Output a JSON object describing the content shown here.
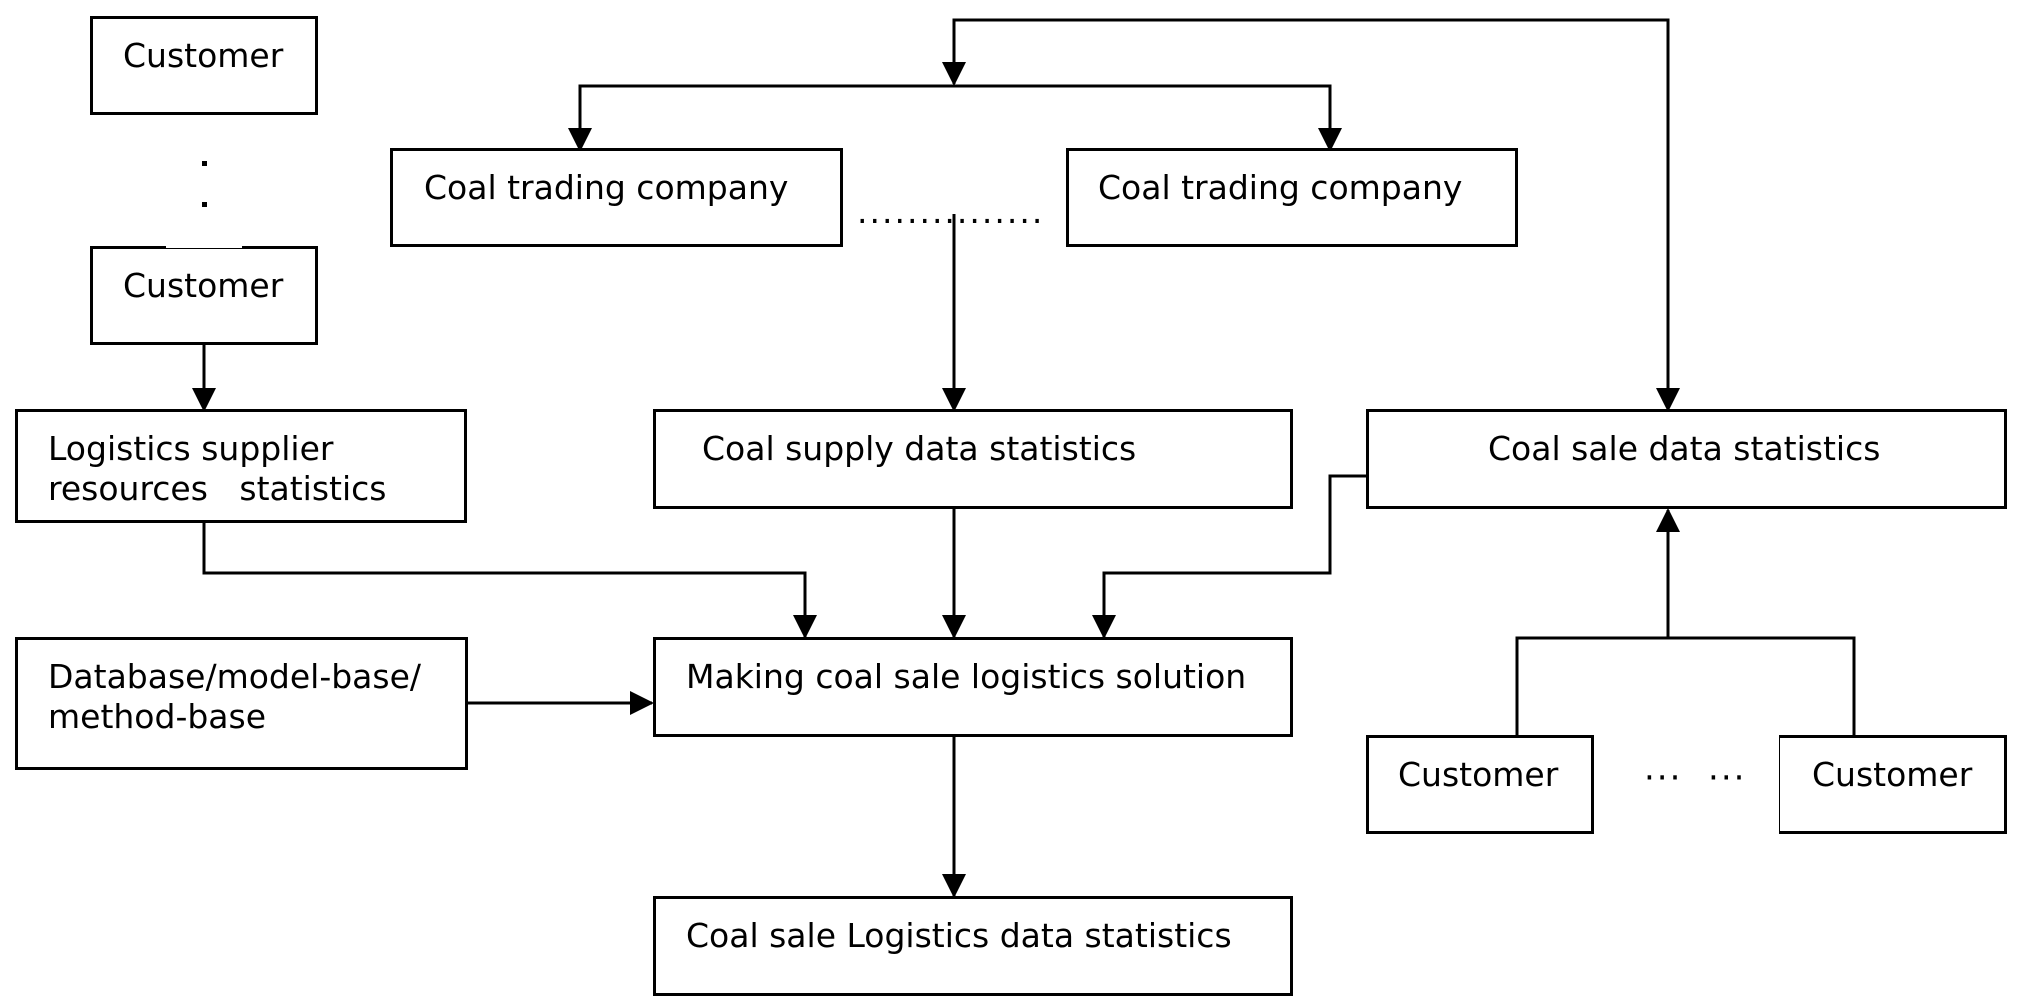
{
  "nodes": {
    "customer_top": "Customer",
    "customer_mid": "Customer",
    "coal_trading_left": "Coal trading company",
    "coal_trading_right": "Coal trading company",
    "logistics_supplier_line1": "Logistics supplier",
    "logistics_supplier_line2": "resources   statistics",
    "coal_supply": "Coal supply data statistics",
    "coal_sale": "Coal sale data statistics",
    "database_line1": "Database/model-base/",
    "database_line2": "method-base",
    "making_solution": "Making coal sale logistics solution",
    "logistics_data": "Coal sale Logistics data statistics",
    "customer_bottom_left": "Customer",
    "customer_bottom_right": "Customer"
  },
  "ellipses": {
    "between_companies": "...............",
    "between_bottom_customers": "···  ···"
  },
  "colors": {
    "line": "#000000",
    "background": "#ffffff"
  }
}
